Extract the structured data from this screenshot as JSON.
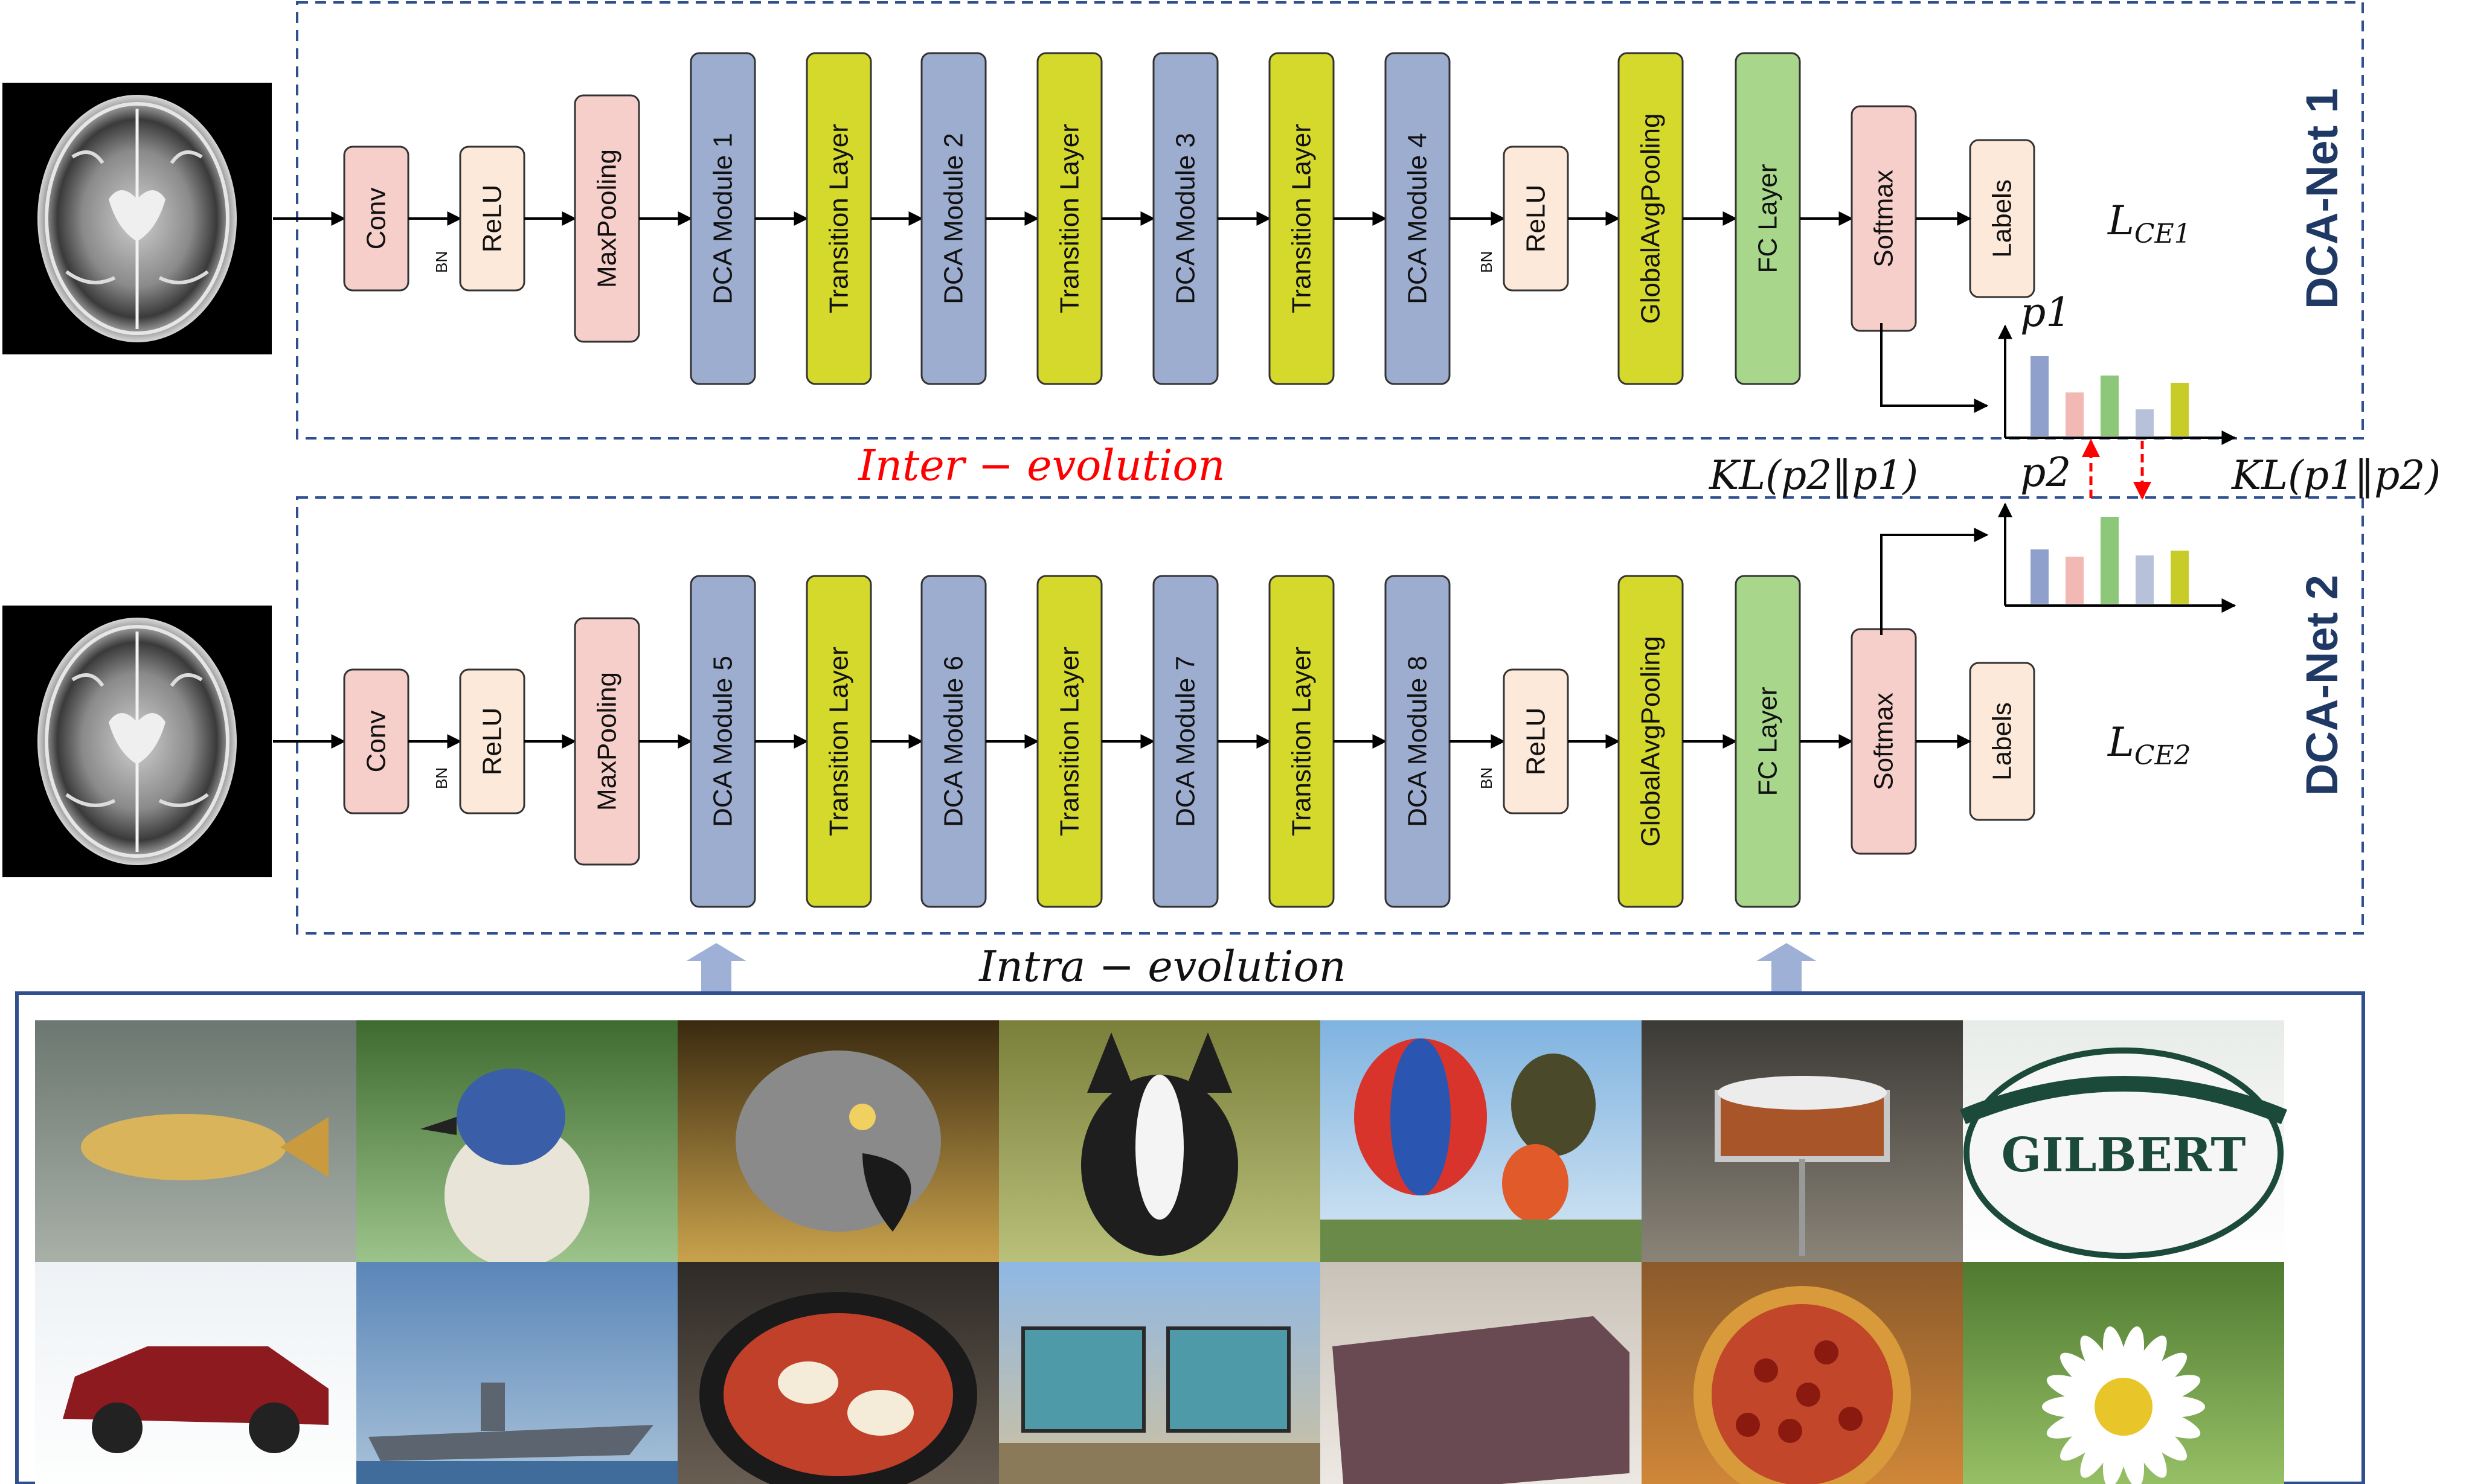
{
  "colors": {
    "conv": "#f6cfcb",
    "relu": "#fde9d9",
    "maxpool": "#f6cfcb",
    "dca": "#9dadcf",
    "transition": "#d5d92c",
    "gap": "#d5d92c",
    "fc": "#a8d78c",
    "softmax": "#f6cfcb",
    "labels": "#fde9d9",
    "border_dashed": "#2f4f8f",
    "border_solid": "#2f4f8f",
    "title": "#1f3864",
    "kl_arrow": "#ff0000",
    "inter_text": "#ff0000",
    "up_arrow": "#9fb0d6",
    "bar_colors": [
      "#8fa0cc",
      "#f2b8b3",
      "#8cc77a",
      "#b8c1da",
      "#c8cc28"
    ]
  },
  "net1": {
    "title": "DCA-Net 1",
    "blocks": [
      "Conv",
      "ReLU",
      "MaxPooling",
      "DCA Module 1",
      "Transition Layer",
      "DCA Module 2",
      "Transition Layer",
      "DCA Module 3",
      "Transition Layer",
      "DCA Module 4",
      "ReLU",
      "GlobalAvgPooling",
      "FC Layer",
      "Softmax",
      "Labels"
    ],
    "bn_labels": [
      "BN",
      "BN"
    ],
    "loss": "L",
    "loss_sub": "CE1",
    "prob_label": "p1",
    "bars": [
      0.66,
      0.36,
      0.5,
      0.22,
      0.44
    ]
  },
  "net2": {
    "title": "DCA-Net 2",
    "blocks": [
      "Conv",
      "ReLU",
      "MaxPooling",
      "DCA Module 5",
      "Transition Layer",
      "DCA Module 6",
      "Transition Layer",
      "DCA Module 7",
      "Transition Layer",
      "DCA Module 8",
      "ReLU",
      "GlobalAvgPooling",
      "FC Layer",
      "Softmax",
      "Labels"
    ],
    "bn_labels": [
      "BN",
      "BN"
    ],
    "loss": "L",
    "loss_sub": "CE2",
    "prob_label": "p2",
    "bars": [
      0.45,
      0.39,
      0.72,
      0.4,
      0.44
    ]
  },
  "kl": {
    "left": "KL(p2‖p1)",
    "right": "KL(p1‖p2)"
  },
  "evolution": {
    "inter": "Inter − evolution",
    "intra": "Intra − evolution"
  },
  "images": {
    "mri": [
      "brain-mri-1",
      "brain-mri-2"
    ],
    "gallery": [
      {
        "subject": "fish"
      },
      {
        "subject": "blue-jay"
      },
      {
        "subject": "parrot"
      },
      {
        "subject": "dog"
      },
      {
        "subject": "hot-air-balloons"
      },
      {
        "subject": "snare-drum"
      },
      {
        "subject": "rugby-ball",
        "text": "GILBERT"
      },
      {
        "subject": "car"
      },
      {
        "subject": "aircraft-carrier"
      },
      {
        "subject": "shakshuka-pan"
      },
      {
        "subject": "trains"
      },
      {
        "subject": "wooden-chest"
      },
      {
        "subject": "pizza"
      },
      {
        "subject": "daisy"
      }
    ]
  }
}
